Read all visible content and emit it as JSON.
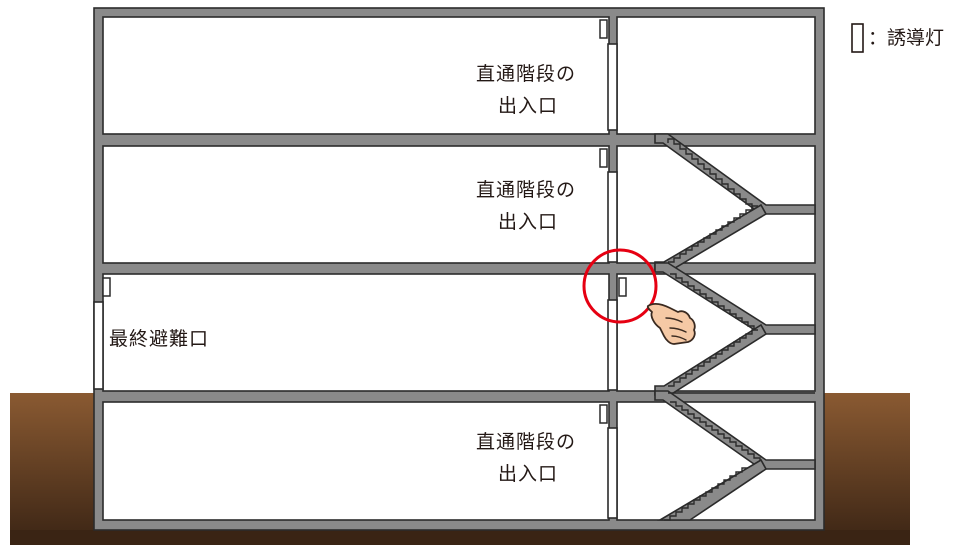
{
  "legend": {
    "symbol_name": "guide-light-symbol",
    "text": "：誘導灯"
  },
  "floors": [
    {
      "id": "floor-3",
      "label_line1": "直通階段の",
      "label_line2": "出入口"
    },
    {
      "id": "floor-2",
      "label_line1": "直通階段の",
      "label_line2": "出入口"
    },
    {
      "id": "floor-b1",
      "label_line1": "直通階段の",
      "label_line2": "出入口"
    }
  ],
  "ground_floor": {
    "exit_label": "最終避難口"
  },
  "highlight": {
    "target": "guide-light-at-stair-entrance-1f",
    "color": "#e60012"
  },
  "colors": {
    "wall": "#8a8a8a",
    "ground_top": "#8a5a32",
    "ground_bottom": "#3a2414",
    "hand": "#f5c9a5"
  }
}
